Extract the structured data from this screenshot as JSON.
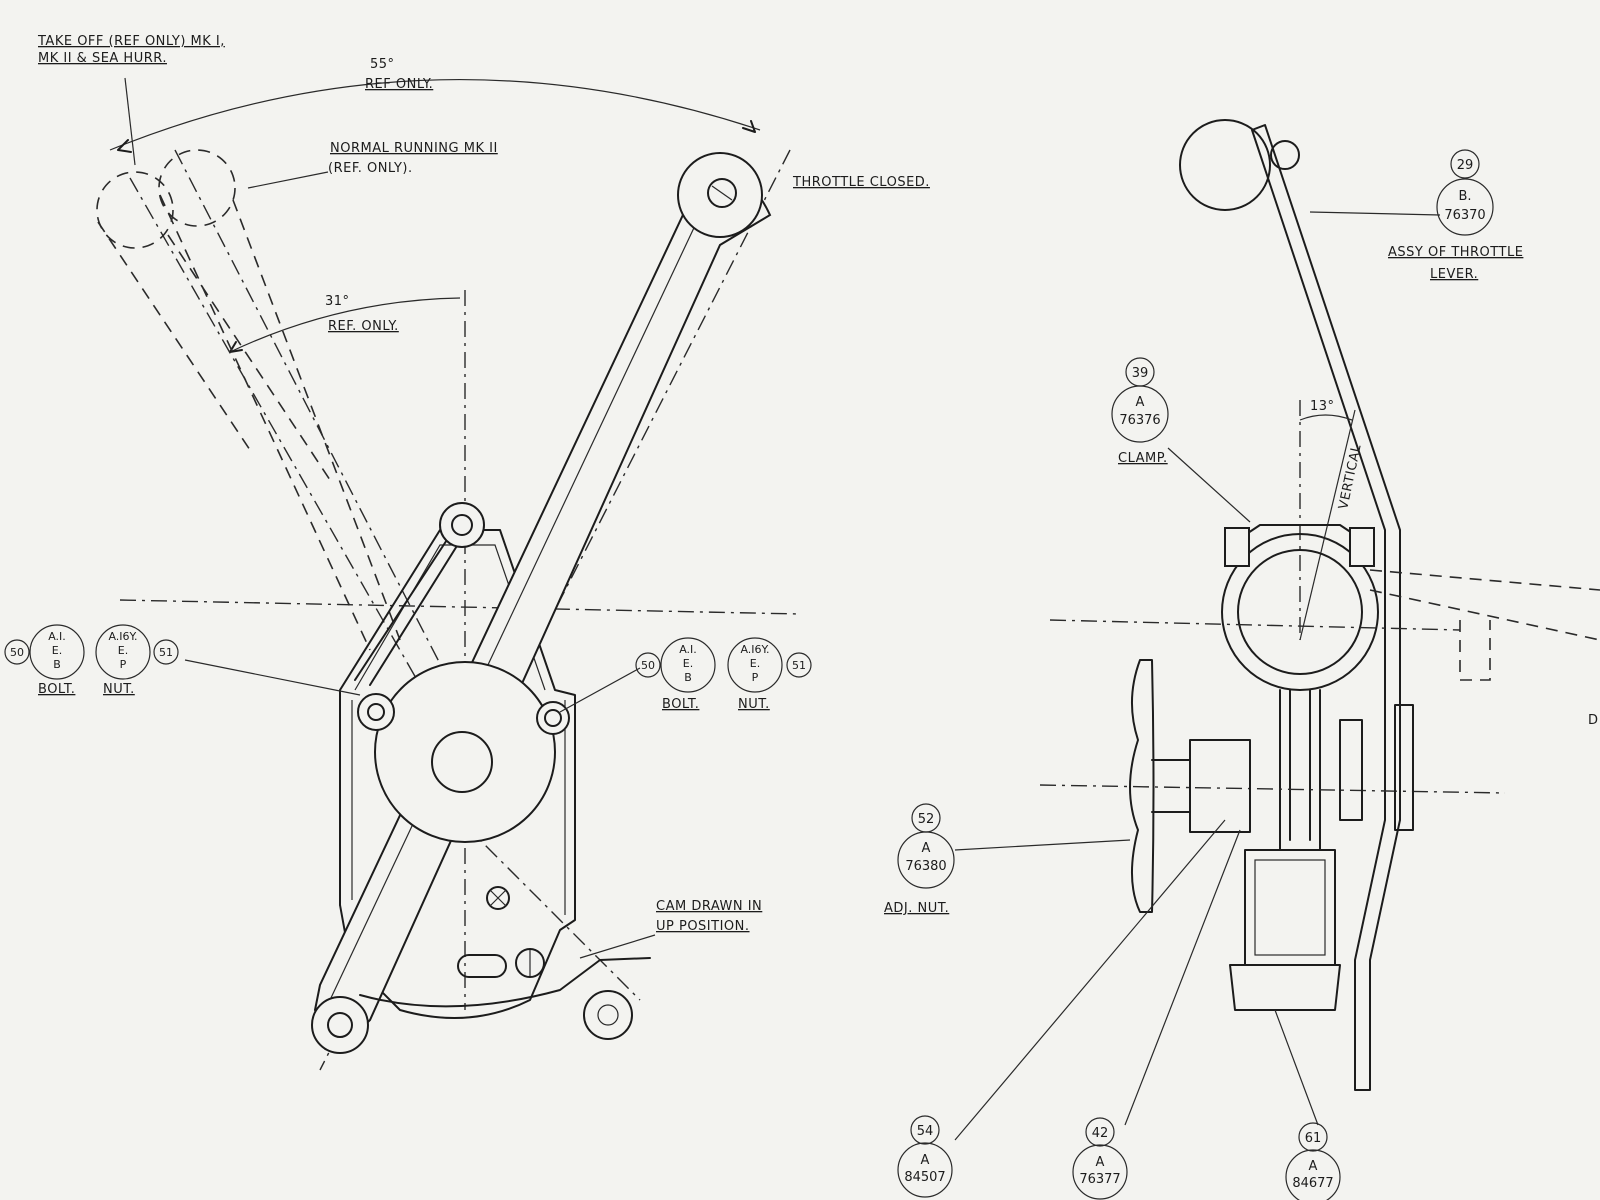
{
  "left_view": {
    "take_off_label_1": "TAKE OFF (REF ONLY) MK I,",
    "take_off_label_2": "MK II & SEA HURR.",
    "angle_55": "55°",
    "angle_55_ref": "REF ONLY.",
    "normal_running_1": "NORMAL RUNNING  MK II",
    "normal_running_2": "(REF. ONLY).",
    "throttle_closed": "THROTTLE CLOSED.",
    "angle_31": "31°",
    "angle_31_ref": "REF. ONLY.",
    "cam_note_1": "CAM DRAWN IN",
    "cam_note_2": "UP POSITION.",
    "left_bolt": {
      "num": "50",
      "l1": "A.I.",
      "l2": "E.",
      "l3": "B",
      "caption": "BOLT."
    },
    "left_nut": {
      "num": "51",
      "l1": "A.I6Y.",
      "l2": "E.",
      "l3": "P",
      "caption": "NUT."
    },
    "right_bolt": {
      "num": "50",
      "l1": "A.I.",
      "l2": "E.",
      "l3": "B",
      "caption": "BOLT."
    },
    "right_nut": {
      "num": "51",
      "l1": "A.I6Y.",
      "l2": "E.",
      "l3": "P",
      "caption": "NUT."
    }
  },
  "right_view": {
    "lever": {
      "num": "29",
      "l1": "B.",
      "l2": "76370",
      "caption_1": "ASSY OF THROTTLE",
      "caption_2": "LEVER."
    },
    "clamp": {
      "num": "39",
      "l1": "A",
      "l2": "76376",
      "caption": "CLAMP."
    },
    "angle_13": "13°",
    "vertical": "VERTICAL",
    "adj_nut": {
      "num": "52",
      "l1": "A",
      "l2": "76380",
      "caption": "ADJ. NUT."
    },
    "bottom_54": {
      "num": "54",
      "l1": "A",
      "l2": "84507"
    },
    "bottom_42": {
      "num": "42",
      "l1": "A",
      "l2": "76377"
    },
    "bottom_61": {
      "num": "61",
      "l1": "A",
      "l2": "84677"
    },
    "edge_letter": "D"
  }
}
